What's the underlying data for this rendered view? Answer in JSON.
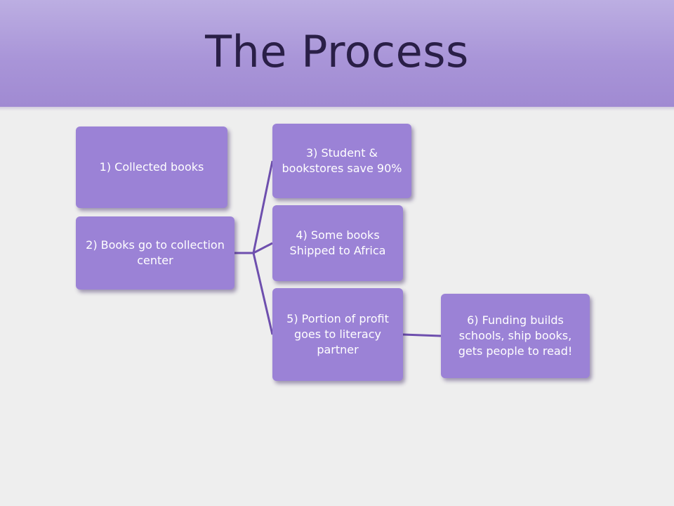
{
  "slide": {
    "title": "The Process"
  },
  "colors": {
    "header": "#a995d8",
    "title_text": "#2a1f47",
    "node_fill": "#9b82d6",
    "connector": "#6e4fae",
    "background": "#eeeeee"
  },
  "nodes": [
    {
      "id": "n1",
      "label": "1) Collected books"
    },
    {
      "id": "n2",
      "label": "2) Books go to collection center"
    },
    {
      "id": "n3",
      "label": "3) Student & bookstores save 90%"
    },
    {
      "id": "n4",
      "label": "4) Some books Shipped to Africa"
    },
    {
      "id": "n5",
      "label": "5) Portion of profit goes to literacy partner"
    },
    {
      "id": "n6",
      "label": "6) Funding builds schools, ship books, gets people to read!"
    }
  ],
  "edges": [
    {
      "from": "n2",
      "to": "n3"
    },
    {
      "from": "n2",
      "to": "n4"
    },
    {
      "from": "n2",
      "to": "n5"
    },
    {
      "from": "n5",
      "to": "n6"
    }
  ]
}
